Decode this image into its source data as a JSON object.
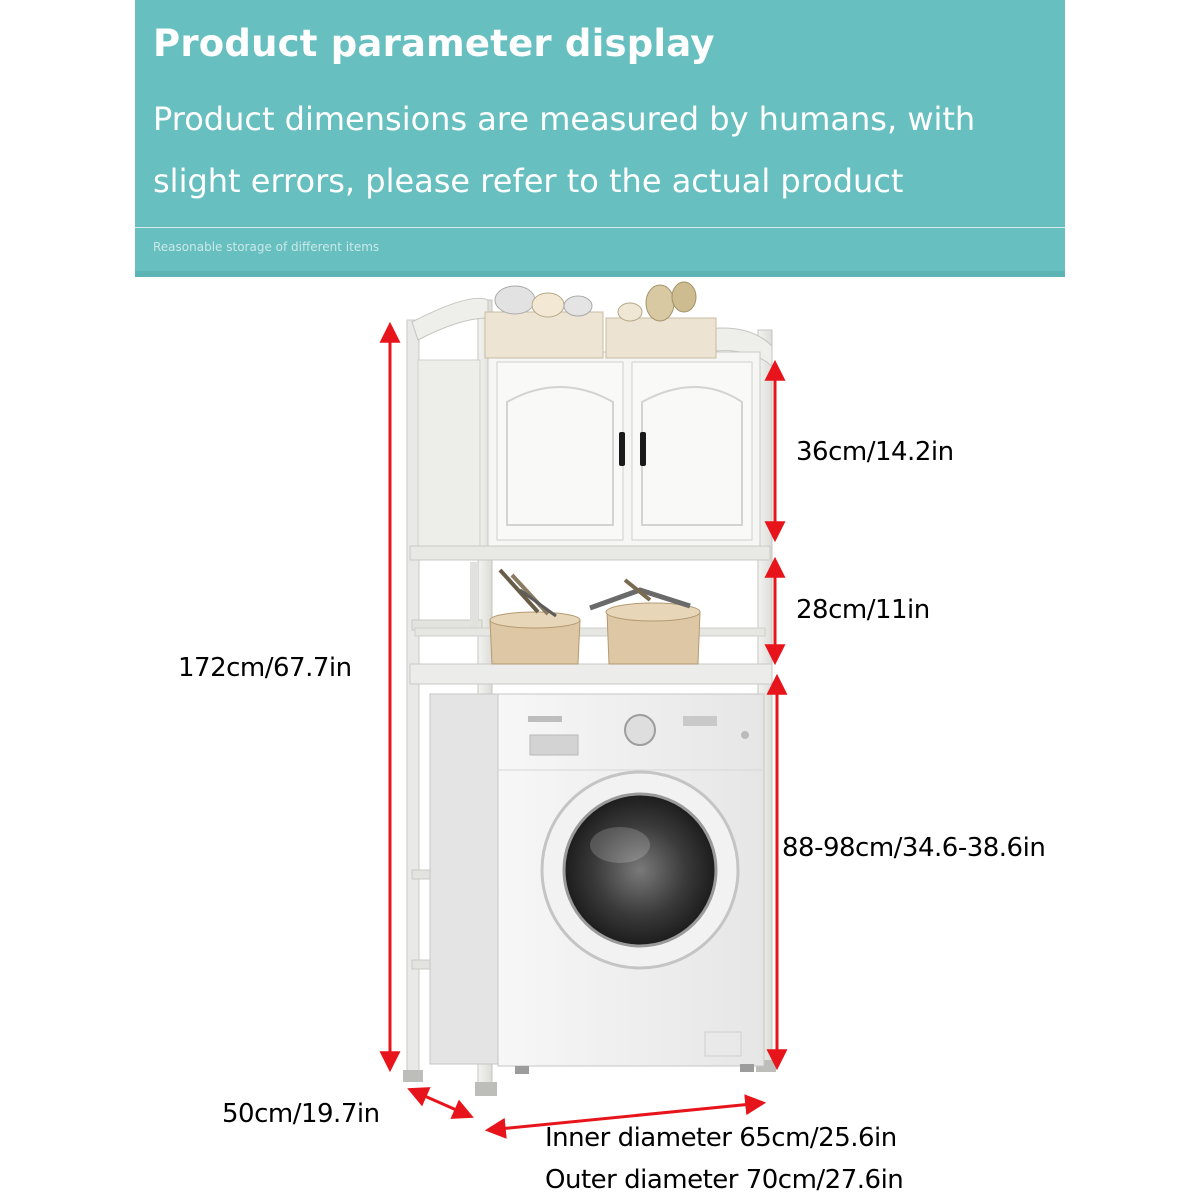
{
  "banner": {
    "title": "Product parameter display",
    "subtitle_line1": "Product dimensions are measured by humans, with",
    "subtitle_line2": "slight errors, please refer to the actual product",
    "tagline": "Reasonable storage of different items",
    "background_color": "#67bfc0"
  },
  "dimensions": {
    "total_height": "172cm/67.7in",
    "cabinet_height": "36cm/14.2in",
    "shelf_height": "28cm/11in",
    "bottom_clearance": "88-98cm/34.6-38.6in",
    "depth": "50cm/19.7in",
    "inner_diameter": "Inner diameter 65cm/25.6in",
    "outer_diameter": "Outer diameter 70cm/27.6in"
  },
  "arrow_color": "#e8141b"
}
